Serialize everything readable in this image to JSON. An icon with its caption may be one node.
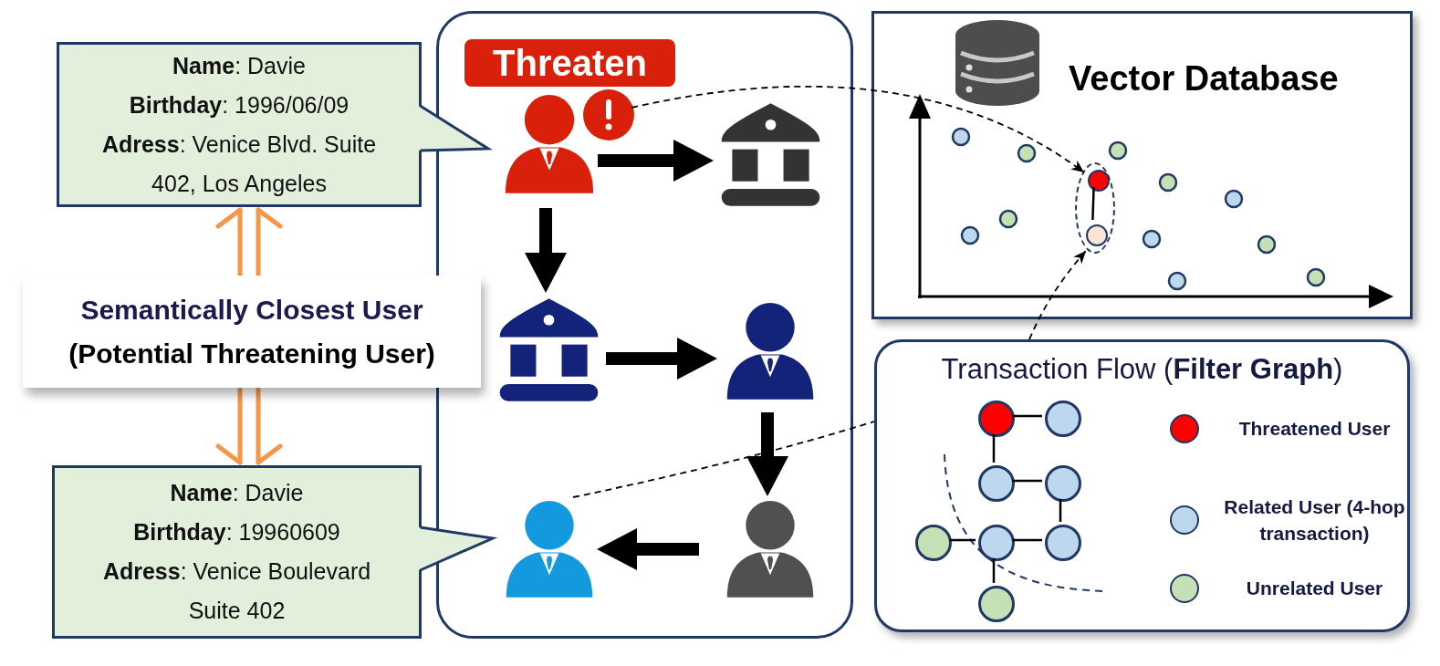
{
  "diagram": {
    "nodes": [
      {
        "text": [
          "**Name**: Davie",
          "**Birthday**: 1996/06/09",
          "**Adress**: Venice Blvd. Suite 402, Los Angeles"
        ]
      },
      {
        "text": [
          "Semantically Closest User",
          "(Potential Threatening User)"
        ]
      },
      {
        "text": [
          "**Name**: Davie",
          "**Birthday**: 19960609",
          "**Adress**: Venice Boulevard Suite 402"
        ]
      },
      {
        "text": [],
        "shape": "box"
      },
      {
        "text": [
          "Threaten"
        ],
        "in": 3
      },
      {
        "text": [],
        "shape": "person",
        "in": 3
      },
      {
        "text": [],
        "shape": "building",
        "in": 3
      },
      {
        "text": [],
        "shape": "building",
        "in": 3
      },
      {
        "text": [],
        "shape": "person",
        "in": 3
      },
      {
        "text": [],
        "shape": "person",
        "in": 3
      },
      {
        "text": [],
        "shape": "person",
        "in": 3
      },
      {
        "text": [
          "Vector Database"
        ]
      },
      {
        "text": [],
        "shape": "ellipse",
        "in": 11
      },
      {
        "text": [],
        "shape": "circle",
        "in": 12
      },
      {
        "text": [],
        "shape": "circle",
        "in": 12
      },
      {
        "text": [
          "Transaction Flow (**Filter Graph**)"
        ]
      },
      {
        "text": [],
        "shape": "circle",
        "in": 15
      },
      {
        "text": [],
        "shape": "circle",
        "in": 15
      },
      {
        "text": [],
        "shape": "circle",
        "in": 15
      },
      {
        "text": [],
        "shape": "circle",
        "in": 15
      },
      {
        "text": [],
        "shape": "circle",
        "in": 15
      },
      {
        "text": [],
        "shape": "circle",
        "in": 15
      },
      {
        "text": [],
        "shape": "circle",
        "in": 15
      },
      {
        "text": [],
        "shape": "circle",
        "in": 15
      }
    ],
    "edges": [
      {
        "from": 1,
        "to": 0,
        "arrow": "to",
        "style": "thick",
        "color": "#f79646"
      },
      {
        "from": 1,
        "to": 2,
        "arrow": "to",
        "style": "thick",
        "color": "#f79646"
      },
      {
        "from": 5,
        "to": 6,
        "arrow": "to",
        "style": "thick"
      },
      {
        "from": 5,
        "to": 7,
        "arrow": "to",
        "style": "thick"
      },
      {
        "from": 7,
        "to": 8,
        "arrow": "to",
        "style": "thick"
      },
      {
        "from": 8,
        "to": 9,
        "arrow": "to",
        "style": "thick"
      },
      {
        "from": 9,
        "to": 10,
        "arrow": "to",
        "style": "thick"
      },
      {
        "from": 5,
        "to": 13,
        "arrow": "to",
        "style": "dashed"
      },
      {
        "from": 10,
        "to": 15,
        "arrow": "none",
        "style": "dashed"
      },
      {
        "from": 15,
        "to": 12,
        "arrow": "to",
        "style": "dashed"
      },
      {
        "from": 13,
        "to": 14,
        "arrow": "none"
      },
      {
        "from": 16,
        "to": 17,
        "arrow": "none"
      },
      {
        "from": 16,
        "to": 18,
        "arrow": "none"
      },
      {
        "from": 18,
        "to": 19,
        "arrow": "none"
      },
      {
        "from": 19,
        "to": 22,
        "arrow": "none"
      },
      {
        "from": 20,
        "to": 21,
        "arrow": "none"
      },
      {
        "from": 21,
        "to": 22,
        "arrow": "none"
      },
      {
        "from": 21,
        "to": 23,
        "arrow": "none"
      }
    ],
    "legend": [
      {
        "text": "Threatened User",
        "color": "#ff0000"
      },
      {
        "text": "Related User (4-hop transaction)",
        "color": "#bdd7ee"
      },
      {
        "text": "Unrelated User",
        "color": "#c5e0b4"
      }
    ]
  }
}
